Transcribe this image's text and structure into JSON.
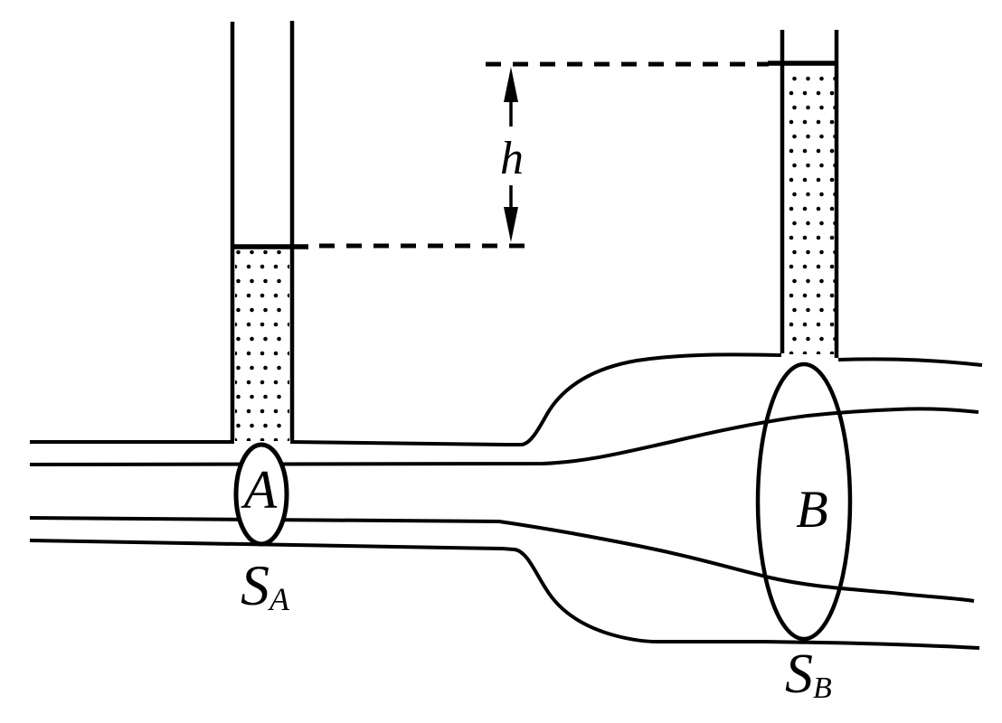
{
  "diagram": {
    "labels": {
      "height": "h",
      "cross_section_a": "A",
      "cross_section_b": "B",
      "area_a_base": "S",
      "area_a_sub": "A",
      "area_b_base": "S",
      "area_b_sub": "B"
    },
    "colors": {
      "ink": "#000000",
      "background": "#ffffff"
    }
  }
}
